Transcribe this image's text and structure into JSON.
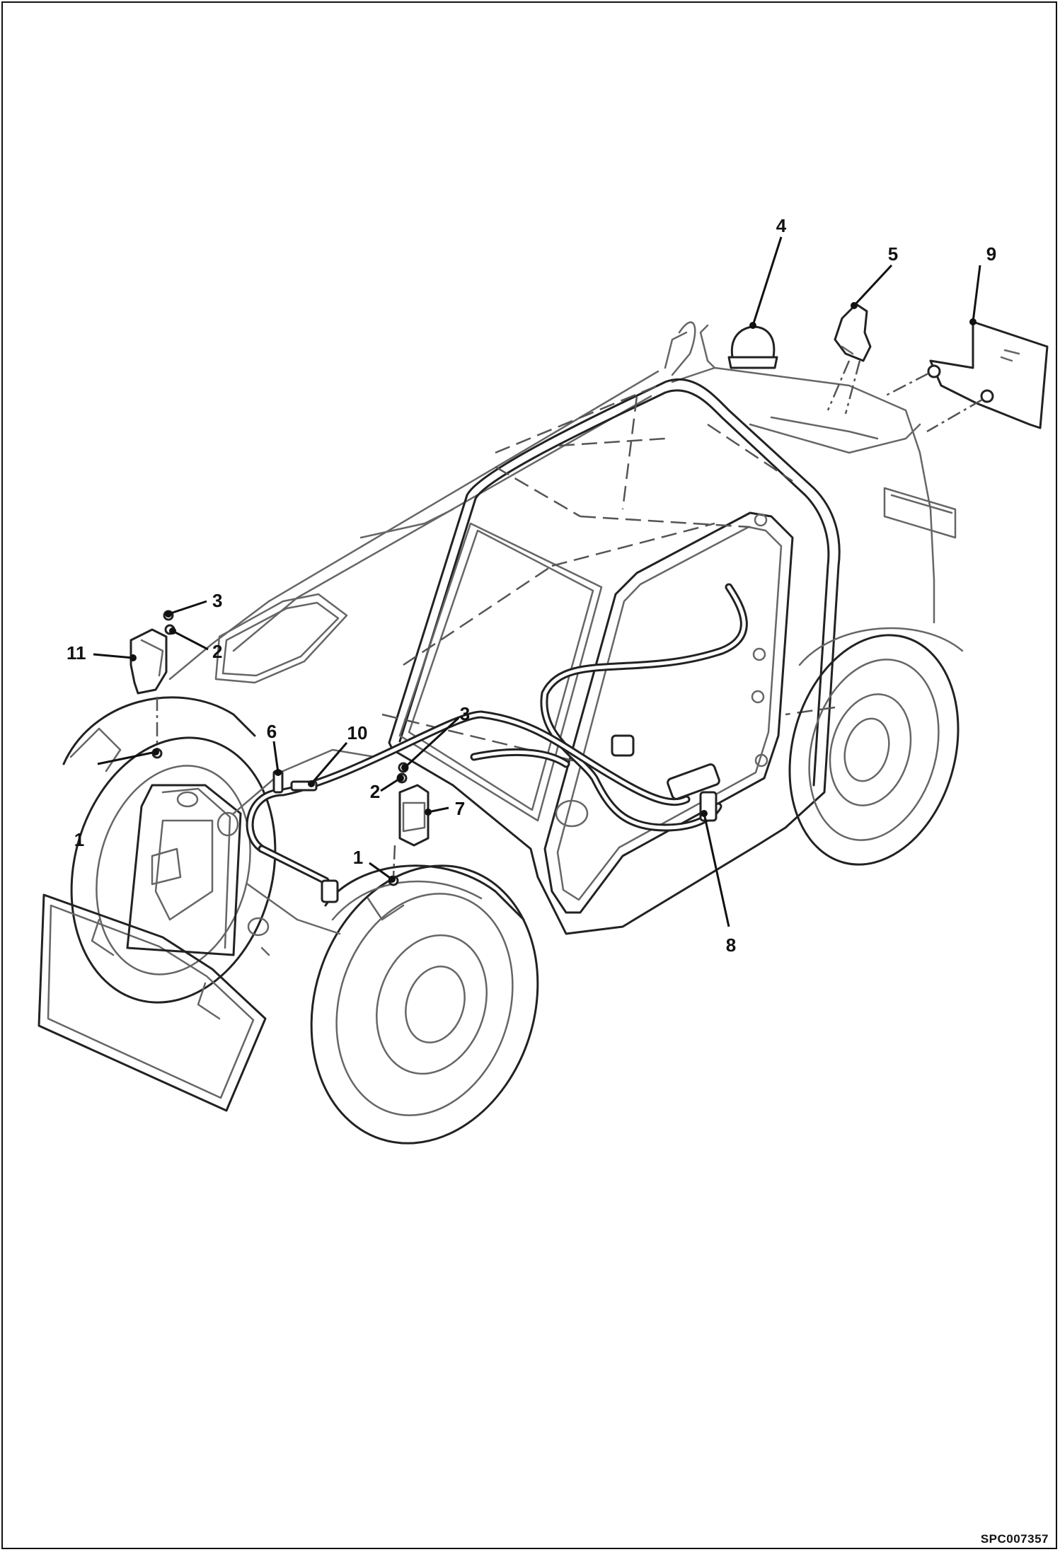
{
  "callouts": {
    "c1a": "1",
    "c1b": "1",
    "c2a": "2",
    "c2b": "2",
    "c3a": "3",
    "c3b": "3",
    "c4": "4",
    "c5": "5",
    "c6": "6",
    "c7": "7",
    "c8": "8",
    "c9": "9",
    "c10": "10",
    "c11": "11"
  },
  "figure_code": "SPC007357",
  "colors": {
    "line": "#222222",
    "background": "#ffffff"
  }
}
